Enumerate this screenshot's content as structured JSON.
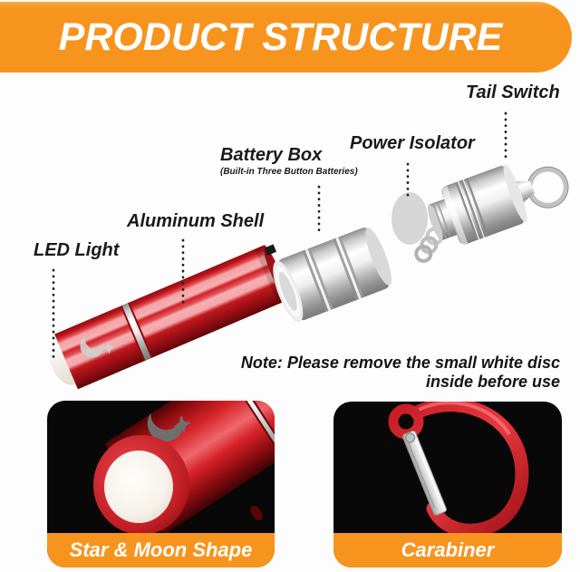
{
  "header": {
    "title": "PRODUCT STRUCTURE"
  },
  "colors": {
    "accent_orange": "#F7941E",
    "product_red": "#D2252B",
    "panel_black": "#080808",
    "label_text": "#1A1A1A",
    "caption_text": "#FFFFFF",
    "isolator_gray": "#D6D6D6"
  },
  "diagram": {
    "labels": {
      "led": "LED Light",
      "shell": "Aluminum Shell",
      "battery": "Battery Box",
      "battery_sub": "(Built-in Three Button Batteries)",
      "isolator": "Power Isolator",
      "tail": "Tail Switch"
    },
    "note": {
      "line1": "Note: Please remove the small white disc",
      "line2": "inside before use"
    }
  },
  "panels": {
    "left": {
      "caption": "Star & Moon Shape"
    },
    "right": {
      "caption": "Carabiner"
    }
  }
}
